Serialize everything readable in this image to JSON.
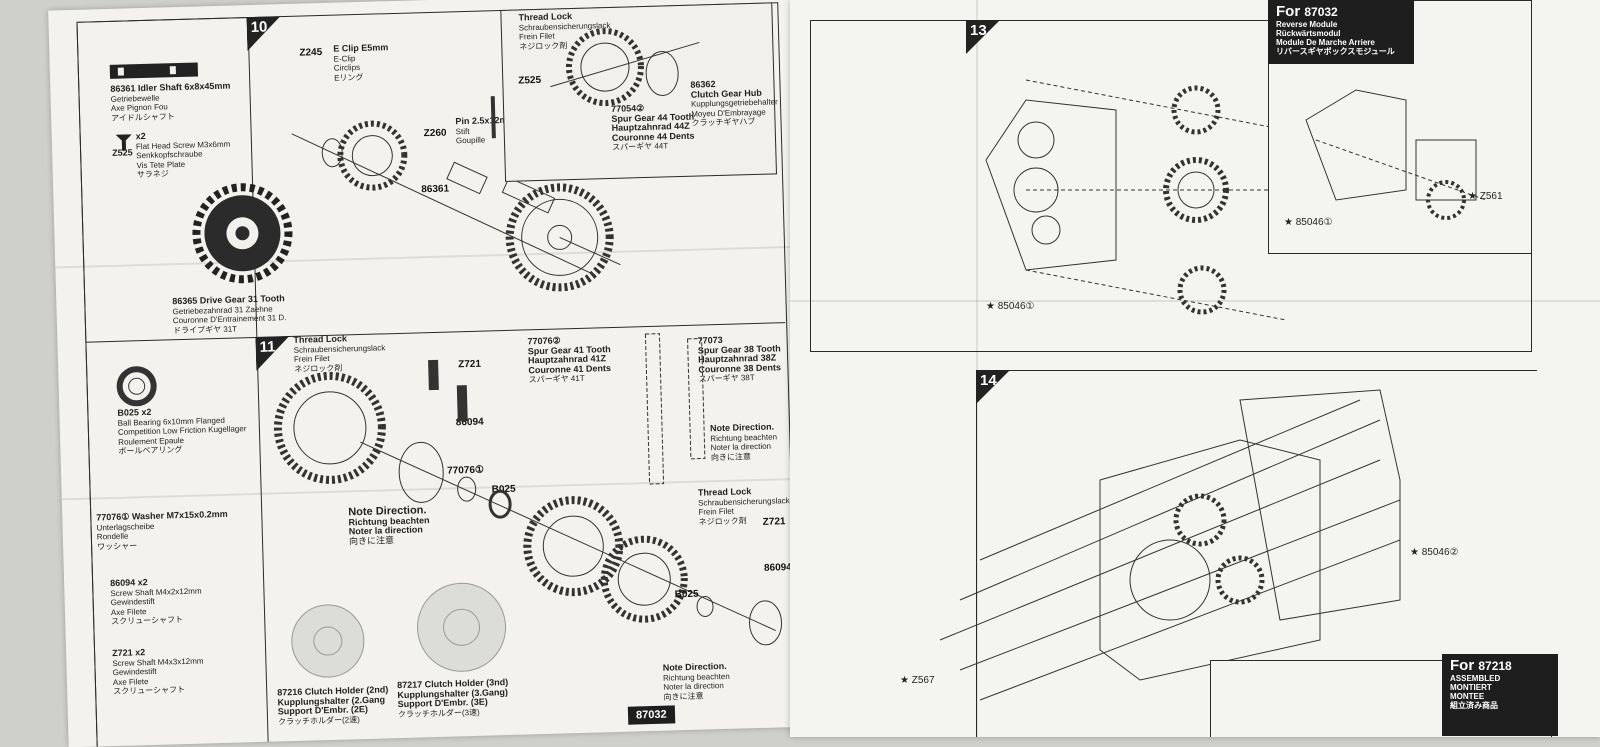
{
  "left": {
    "step10": "10",
    "step11": "11",
    "parts10": [
      {
        "no": "86361",
        "name": "Idler Shaft 6x8x45mm",
        "de": "Getriebewelle",
        "fr": "Axe Pignon Fou",
        "jp": "アイドルシャフト"
      },
      {
        "no": "Z525",
        "qty": "x2",
        "name": "Flat Head Screw M3x6mm",
        "de": "Senkkopfschraube",
        "fr": "Vis Tete Plate",
        "jp": "サラネジ"
      },
      {
        "no": "86365",
        "name": "Drive Gear 31 Tooth",
        "de": "Getriebezahnrad 31 Zaehne",
        "fr": "Couronne D'Entrainement 31 D.",
        "jp": "ドライブギヤ 31T"
      }
    ],
    "callouts10": {
      "z245": "Z245",
      "eclip": "E Clip E5mm",
      "eclip_de": "E-Clip",
      "eclip_fr": "Circlips",
      "eclip_jp": "Eリング",
      "z260": "Z260",
      "pin": "Pin 2.5x12mm",
      "pin_de": "Stift",
      "pin_fr": "Goupille",
      "shaft": "86361"
    },
    "inset": {
      "lock": "Thread Lock",
      "lock_de": "Schraubensicherungslack",
      "lock_fr": "Frein Filet",
      "lock_jp": "ネジロック剤",
      "z525": "Z525",
      "hub_no": "86362",
      "hub": "Clutch Gear Hub",
      "hub_de": "Kupplungsgetriebehalter",
      "hub_fr": "Moyeu D'Embrayage",
      "hub_jp": "クラッチギヤハブ",
      "spur_no": "77054②",
      "spur": "Spur Gear 44 Tooth",
      "spur_de": "Hauptzahnrad 44Z",
      "spur_fr": "Couronne 44 Dents",
      "spur_jp": "スパーギヤ 44T"
    },
    "parts11": [
      {
        "no": "B025",
        "qty": "x2",
        "name": "Ball Bearing 6x10mm Flanged",
        "de": "Competition Low Friction Kugellager",
        "fr": "Roulement Epaule",
        "jp": "ボールベアリング"
      },
      {
        "no": "77076①",
        "name": "Washer M7x15x0.2mm",
        "de": "Unterlagscheibe",
        "fr": "Rondelle",
        "jp": "ワッシャー"
      },
      {
        "no": "86094",
        "qty": "x2",
        "name": "Screw Shaft M4x2x12mm",
        "de": "Gewindestift",
        "fr": "Axe Filete",
        "jp": "スクリューシャフト"
      },
      {
        "no": "Z721",
        "qty": "x2",
        "name": "Screw Shaft M4x3x12mm",
        "de": "Gewindestift",
        "fr": "Axe Filete",
        "jp": "スクリューシャフト"
      }
    ],
    "callouts11": {
      "lock": "Thread Lock",
      "lock_de": "Schraubensicherungslack",
      "lock_fr": "Frein Filet",
      "lock_jp": "ネジロック剤",
      "z721": "Z721",
      "s86094": "86094",
      "w77076": "77076①",
      "b025": "B025",
      "sg41_no": "77076②",
      "sg41": "Spur Gear 41 Tooth",
      "sg41_de": "Hauptzahnrad 41Z",
      "sg41_fr": "Couronne 41 Dents",
      "sg41_jp": "スパーギヤ 41T",
      "sg38_no": "77073",
      "sg38": "Spur Gear 38 Tooth",
      "sg38_de": "Hauptzahnrad 38Z",
      "sg38_fr": "Couronne 38 Dents",
      "sg38_jp": "スパーギヤ 38T",
      "note": "Note Direction.",
      "note_de": "Richtung beachten",
      "note_fr": "Noter la direction",
      "note_jp": "向きに注意",
      "lock2": "Thread Lock",
      "lock2_de": "Schraubensicherungslack",
      "lock2_fr": "Frein Filet",
      "lock2_jp": "ネジロック剤",
      "z721b": "Z721",
      "s86094b": "86094",
      "b025b": "B025",
      "ch2_no": "87216",
      "ch2": "Clutch Holder (2nd)",
      "ch2_de": "Kupplungshalter (2.Gang",
      "ch2_fr": "Support D'Embr. (2E)",
      "ch2_jp": "クラッチホルダー(2速)",
      "ch3_no": "87217",
      "ch3": "Clutch Holder (3nd)",
      "ch3_de": "Kupplungshalter (3.Gang)",
      "ch3_fr": "Support D'Embr. (3E)",
      "ch3_jp": "クラッチホルダー(3速)",
      "bottom_tab": "87032"
    }
  },
  "right": {
    "step13": "13",
    "step14": "14",
    "for1": {
      "for": "For",
      "no": "87032",
      "l1": "Reverse Module",
      "l2": "Rückwärtsmodul",
      "l3": "Module De Marche Arriere",
      "l4": "リバースギヤボックスモジュール"
    },
    "for2": {
      "for": "For",
      "no": "87218",
      "l1": "ASSEMBLED",
      "l2": "MONTIERT",
      "l3": "MONTEE",
      "l4": "組立済み商品"
    },
    "ref13": "★ 85046①",
    "ref_inset": "★ 85046①",
    "z561": "★ Z561",
    "ref14": "★ 85046②",
    "z567": "★ Z567"
  }
}
